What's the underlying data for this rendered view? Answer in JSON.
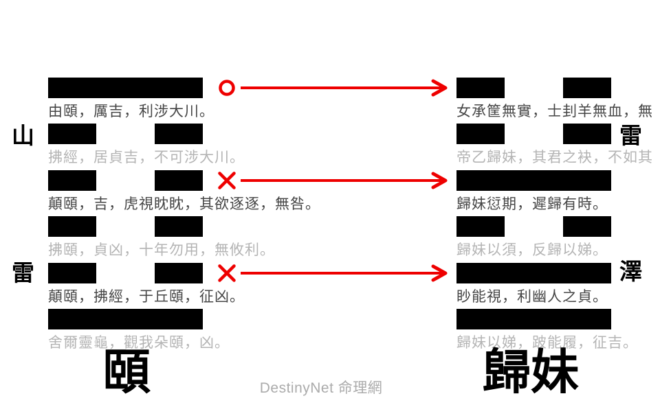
{
  "watermark": "DestinyNet 命理網",
  "colors": {
    "background": "#ffffff",
    "bar": "#000000",
    "text_emphasis": "#454545",
    "text_dim": "#b4b4b4",
    "marker_red": "#ee0000",
    "label_black": "#000000",
    "watermark_gray": "#ababab"
  },
  "left_hexagram": {
    "name": "頤",
    "outer_trigram": "山",
    "inner_trigram": "雷",
    "lines_top_to_bottom": [
      {
        "type": "yang",
        "marker": "circle",
        "emphasized": true,
        "text": "由頤，厲吉，利涉大川。"
      },
      {
        "type": "yin",
        "marker": null,
        "emphasized": false,
        "text": "拂經，居貞吉，不可涉大川。"
      },
      {
        "type": "yin",
        "marker": "x",
        "emphasized": true,
        "text": "顛頤，吉，虎視眈眈，其欲逐逐，無咎。"
      },
      {
        "type": "yin",
        "marker": null,
        "emphasized": false,
        "text": "拂頤，貞凶，十年勿用，無攸利。"
      },
      {
        "type": "yin",
        "marker": "x",
        "emphasized": true,
        "text": "顛頤，拂經，于丘頤，征凶。"
      },
      {
        "type": "yang",
        "marker": null,
        "emphasized": false,
        "text": "舍爾靈龜，觀我朵頤，凶。"
      }
    ]
  },
  "right_hexagram": {
    "name": "歸妹",
    "outer_trigram": "雷",
    "inner_trigram": "澤",
    "lines_top_to_bottom": [
      {
        "type": "yin",
        "marker": null,
        "emphasized": true,
        "text": "女承筐無實，士刲羊無血，無"
      },
      {
        "type": "yin",
        "marker": null,
        "emphasized": false,
        "text": "帝乙歸妹，其君之袂，不如其"
      },
      {
        "type": "yang",
        "marker": null,
        "emphasized": true,
        "text": "歸妹愆期，遲歸有時。"
      },
      {
        "type": "yin",
        "marker": null,
        "emphasized": false,
        "text": "歸妹以須，反歸以娣。"
      },
      {
        "type": "yang",
        "marker": null,
        "emphasized": true,
        "text": "眇能視，利幽人之貞。"
      },
      {
        "type": "yang",
        "marker": null,
        "emphasized": false,
        "text": "歸妹以娣，跛能履，征吉。"
      }
    ]
  }
}
